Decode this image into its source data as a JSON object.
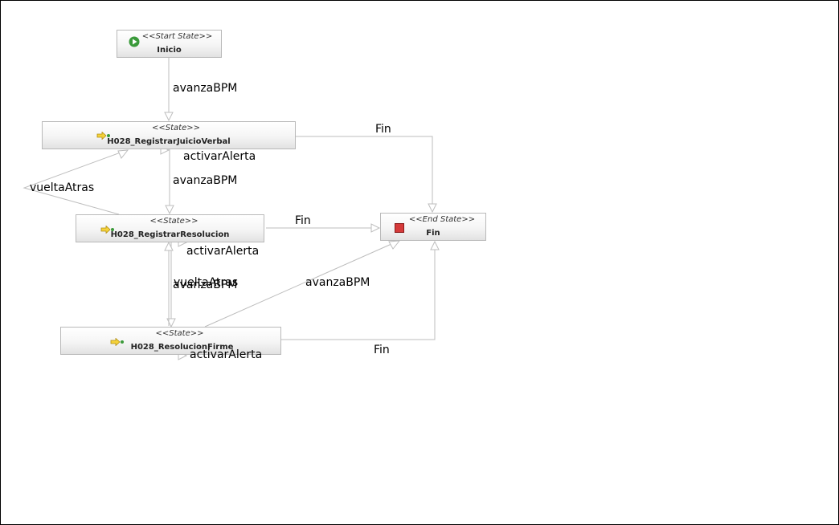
{
  "colors": {
    "edge": "#bdbdbd",
    "start_icon": "#3a9a3a",
    "end_icon": "#d53a3a",
    "state_icon": "#e8c020"
  },
  "nodes": {
    "inicio": {
      "stereotype": "<<Start State>>",
      "name": "Inicio",
      "icon": "start-play-icon"
    },
    "juicio": {
      "stereotype": "<<State>>",
      "name": "H028_RegistrarJuicioVerbal",
      "icon": "state-arrow-icon"
    },
    "resolucion": {
      "stereotype": "<<State>>",
      "name": "H028_RegistrarResolucion",
      "icon": "state-arrow-icon"
    },
    "firme": {
      "stereotype": "<<State>>",
      "name": "H028_ResolucionFirme",
      "icon": "state-arrow-icon"
    },
    "fin": {
      "stereotype": "<<End State>>",
      "name": "Fin",
      "icon": "end-stop-icon"
    }
  },
  "edges": {
    "inicio_juicio": "avanzaBPM",
    "juicio_fin": "Fin",
    "juicio_alerta": "activarAlerta",
    "juicio_resolucion": "avanzaBPM",
    "resolucion_juicio": "vueltaAtras",
    "resolucion_fin": "Fin",
    "resolucion_alerta": "activarAlerta",
    "resolucion_firme": "avanzaBPM",
    "firme_resolucion": "vueltaAtras",
    "firme_fin_avanza": "avanzaBPM",
    "firme_fin": "Fin",
    "firme_alerta": "activarAlerta"
  }
}
